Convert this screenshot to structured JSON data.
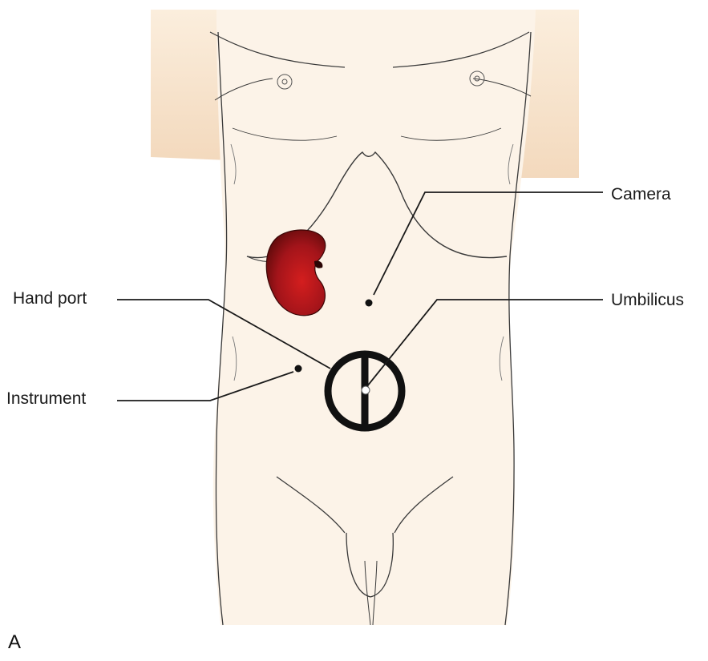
{
  "figure": {
    "panel_letter": "A",
    "labels": {
      "camera": "Camera",
      "umbilicus": "Umbilicus",
      "hand_port": "Hand port",
      "instrument": "Instrument"
    }
  },
  "colors": {
    "skin": "#fbf1e6",
    "skin_shadow": "#f5dfc6",
    "outline": "#2b2b2b",
    "kidney_dark": "#6e0e0e",
    "kidney_light": "#c21818",
    "leader_line": "#1a1a1a"
  },
  "icons": [
    "kidney-icon",
    "hand-port-icon"
  ]
}
